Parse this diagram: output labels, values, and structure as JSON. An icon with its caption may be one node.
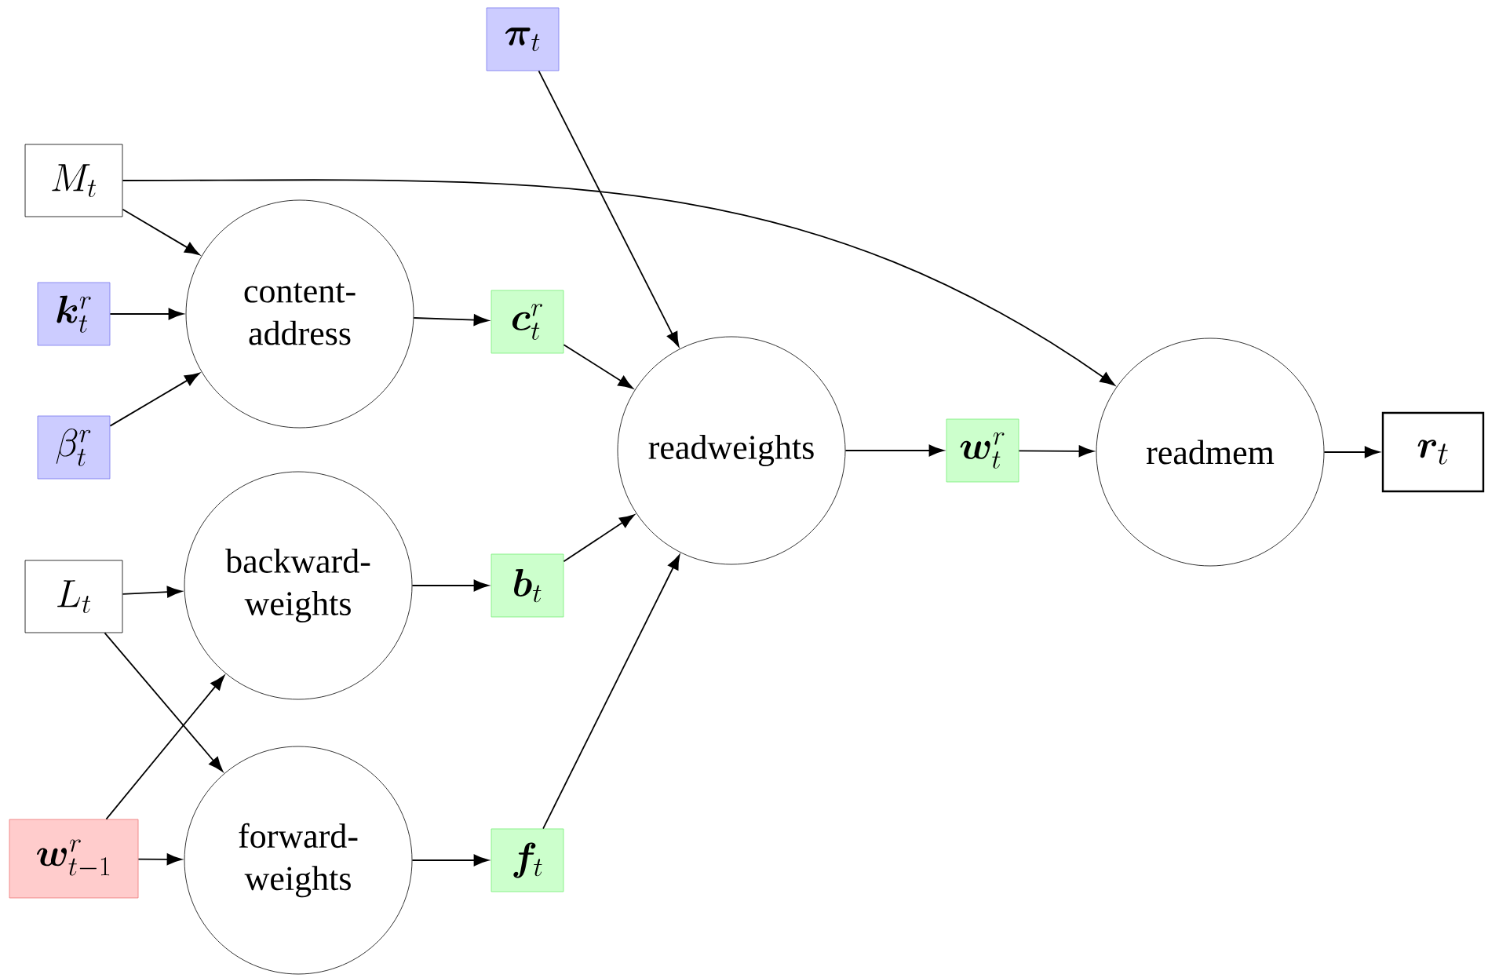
{
  "diagram": {
    "nodes": [
      {
        "text": [
          "\\bm{\\pi}_t"
        ]
      },
      {
        "text": [
          "M_t"
        ]
      },
      {
        "text": [
          "content-address"
        ]
      },
      {
        "text": [
          "\\bm{k}^r_t"
        ]
      },
      {
        "text": [
          "\\bm{c}^r_t"
        ]
      },
      {
        "text": [
          "\\beta^r_t"
        ]
      },
      {
        "text": [
          "readweights"
        ]
      },
      {
        "text": [
          "\\bm{w}^r_t"
        ]
      },
      {
        "text": [
          "readmem"
        ]
      },
      {
        "text": [
          "\\bm{r}_t"
        ]
      },
      {
        "text": [
          "L_t"
        ]
      },
      {
        "text": [
          "backward-weights"
        ]
      },
      {
        "text": [
          "\\bm{b}_t"
        ]
      },
      {
        "text": [
          "\\bm{w}^r_{t-1}"
        ]
      },
      {
        "text": [
          "forward-weights"
        ]
      },
      {
        "text": [
          "\\bm{f}_t"
        ]
      }
    ],
    "edges": [
      {
        "from": 1,
        "to": 2,
        "arrow": "to"
      },
      {
        "from": 3,
        "to": 2,
        "arrow": "to"
      },
      {
        "from": 5,
        "to": 2,
        "arrow": "to"
      },
      {
        "from": 2,
        "to": 4,
        "arrow": "to"
      },
      {
        "from": 4,
        "to": 6,
        "arrow": "to"
      },
      {
        "from": 0,
        "to": 6,
        "arrow": "to"
      },
      {
        "from": 1,
        "to": 8,
        "arrow": "to"
      },
      {
        "from": 10,
        "to": 11,
        "arrow": "to"
      },
      {
        "from": 10,
        "to": 14,
        "arrow": "to"
      },
      {
        "from": 13,
        "to": 11,
        "arrow": "to"
      },
      {
        "from": 13,
        "to": 14,
        "arrow": "to"
      },
      {
        "from": 11,
        "to": 12,
        "arrow": "to"
      },
      {
        "from": 14,
        "to": 15,
        "arrow": "to"
      },
      {
        "from": 12,
        "to": 6,
        "arrow": "to"
      },
      {
        "from": 15,
        "to": 6,
        "arrow": "to"
      },
      {
        "from": 6,
        "to": 7,
        "arrow": "to"
      },
      {
        "from": 7,
        "to": 8,
        "arrow": "to"
      },
      {
        "from": 8,
        "to": 9,
        "arrow": "to"
      }
    ]
  }
}
